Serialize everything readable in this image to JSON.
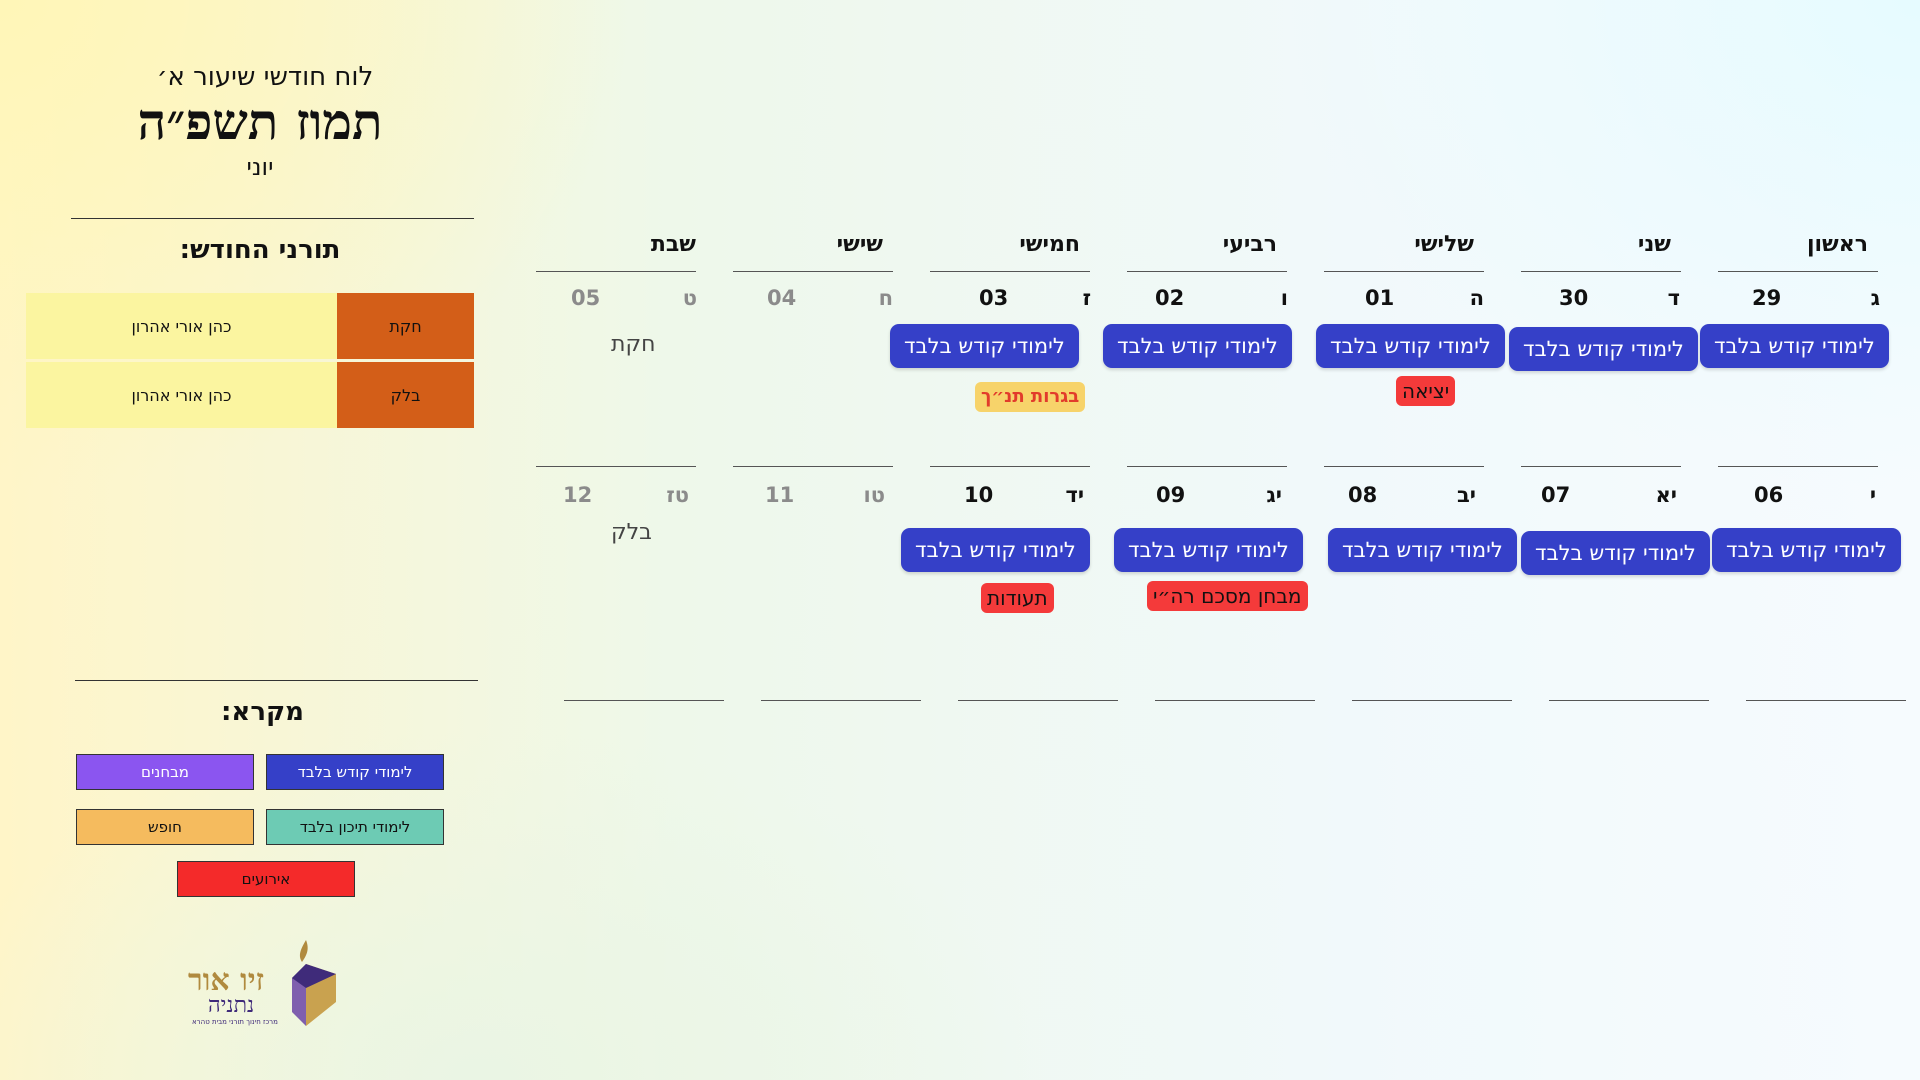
{
  "sidebar": {
    "subtitle": "לוח חודשי שיעור א׳",
    "title": "תמוז תשפ״ה",
    "gregorian_month": "יוני",
    "torah_readers_title": "תורני החודש:",
    "torah_readers": [
      {
        "portion": "חקת",
        "reader": "כהן אורי אהרון"
      },
      {
        "portion": "בלק",
        "reader": "כהן אורי אהרון"
      }
    ],
    "legend_title": "מקרא:",
    "legend": [
      {
        "label": "לימודי קודש בלבד",
        "color": "#3540c8",
        "text_color": "#ffffff"
      },
      {
        "label": "מבחנים",
        "color": "#8b55f0",
        "text_color": "#ffffff"
      },
      {
        "label": "לימודי תיכון בלבד",
        "color": "#6dcbb4",
        "text_color": "#111111"
      },
      {
        "label": "חופש",
        "color": "#f5bb5e",
        "text_color": "#111111"
      },
      {
        "label": "אירועים",
        "color": "#f42a2a",
        "text_color": "#111111"
      }
    ],
    "logo": {
      "name_line1": "זיו אור",
      "name_line2": "נתניה",
      "tagline": "מרכז חינוך תורני מבית טהרא"
    }
  },
  "calendar": {
    "day_names": [
      "ראשון",
      "שני",
      "שלישי",
      "רביעי",
      "חמישי",
      "שישי",
      "שבת"
    ],
    "weeks": [
      {
        "days": [
          {
            "heb": "ג",
            "greg": "29",
            "muted": false
          },
          {
            "heb": "ד",
            "greg": "30",
            "muted": false
          },
          {
            "heb": "ה",
            "greg": "01",
            "muted": false
          },
          {
            "heb": "ו",
            "greg": "02",
            "muted": false
          },
          {
            "heb": "ז",
            "greg": "03",
            "muted": false
          },
          {
            "heb": "ח",
            "greg": "04",
            "muted": true
          },
          {
            "heb": "ט",
            "greg": "05",
            "muted": true
          }
        ]
      },
      {
        "days": [
          {
            "heb": "י",
            "greg": "06",
            "muted": false
          },
          {
            "heb": "יא",
            "greg": "07",
            "muted": false
          },
          {
            "heb": "יב",
            "greg": "08",
            "muted": false
          },
          {
            "heb": "יג",
            "greg": "09",
            "muted": false
          },
          {
            "heb": "יד",
            "greg": "10",
            "muted": false
          },
          {
            "heb": "טו",
            "greg": "11",
            "muted": true
          },
          {
            "heb": "טז",
            "greg": "12",
            "muted": true
          }
        ]
      }
    ],
    "study_label": "לימודי קודש בלבד",
    "events": {
      "week1_tue": "יציאה",
      "week1_thu": "בגרות תנ״ך",
      "week1_sat": "חקת",
      "week2_wed": "מבחן מסכם רה״י",
      "week2_thu": "תעודות",
      "week2_sat": "בלק"
    }
  }
}
